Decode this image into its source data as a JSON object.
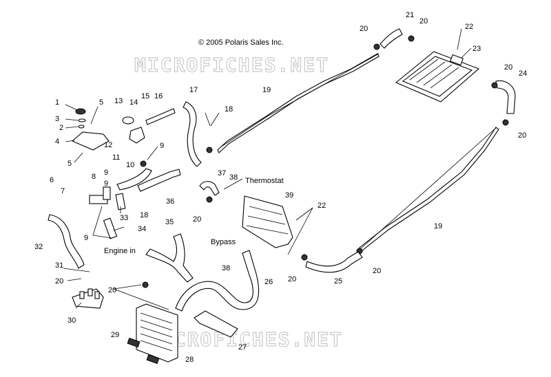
{
  "copyright": "© 2005 Polaris Sales Inc.",
  "watermark_top": "MICROFICHES.NET",
  "watermark_bottom": "MICROFICHES.NET",
  "annotations": {
    "thermostat": "Thermostat",
    "bypass": "Bypass",
    "engine_in": "Engine in"
  },
  "callouts": [
    "1",
    "2",
    "3",
    "4",
    "5",
    "5",
    "6",
    "7",
    "8",
    "9",
    "9",
    "9",
    "9",
    "10",
    "11",
    "12",
    "13",
    "14",
    "15",
    "16",
    "17",
    "18",
    "18",
    "19",
    "19",
    "20",
    "20",
    "20",
    "20",
    "20",
    "20",
    "20",
    "20",
    "20",
    "21",
    "22",
    "22",
    "23",
    "24",
    "25",
    "26",
    "27",
    "28",
    "29",
    "30",
    "31",
    "32",
    "33",
    "34",
    "35",
    "36",
    "37",
    "38",
    "38",
    "39"
  ]
}
